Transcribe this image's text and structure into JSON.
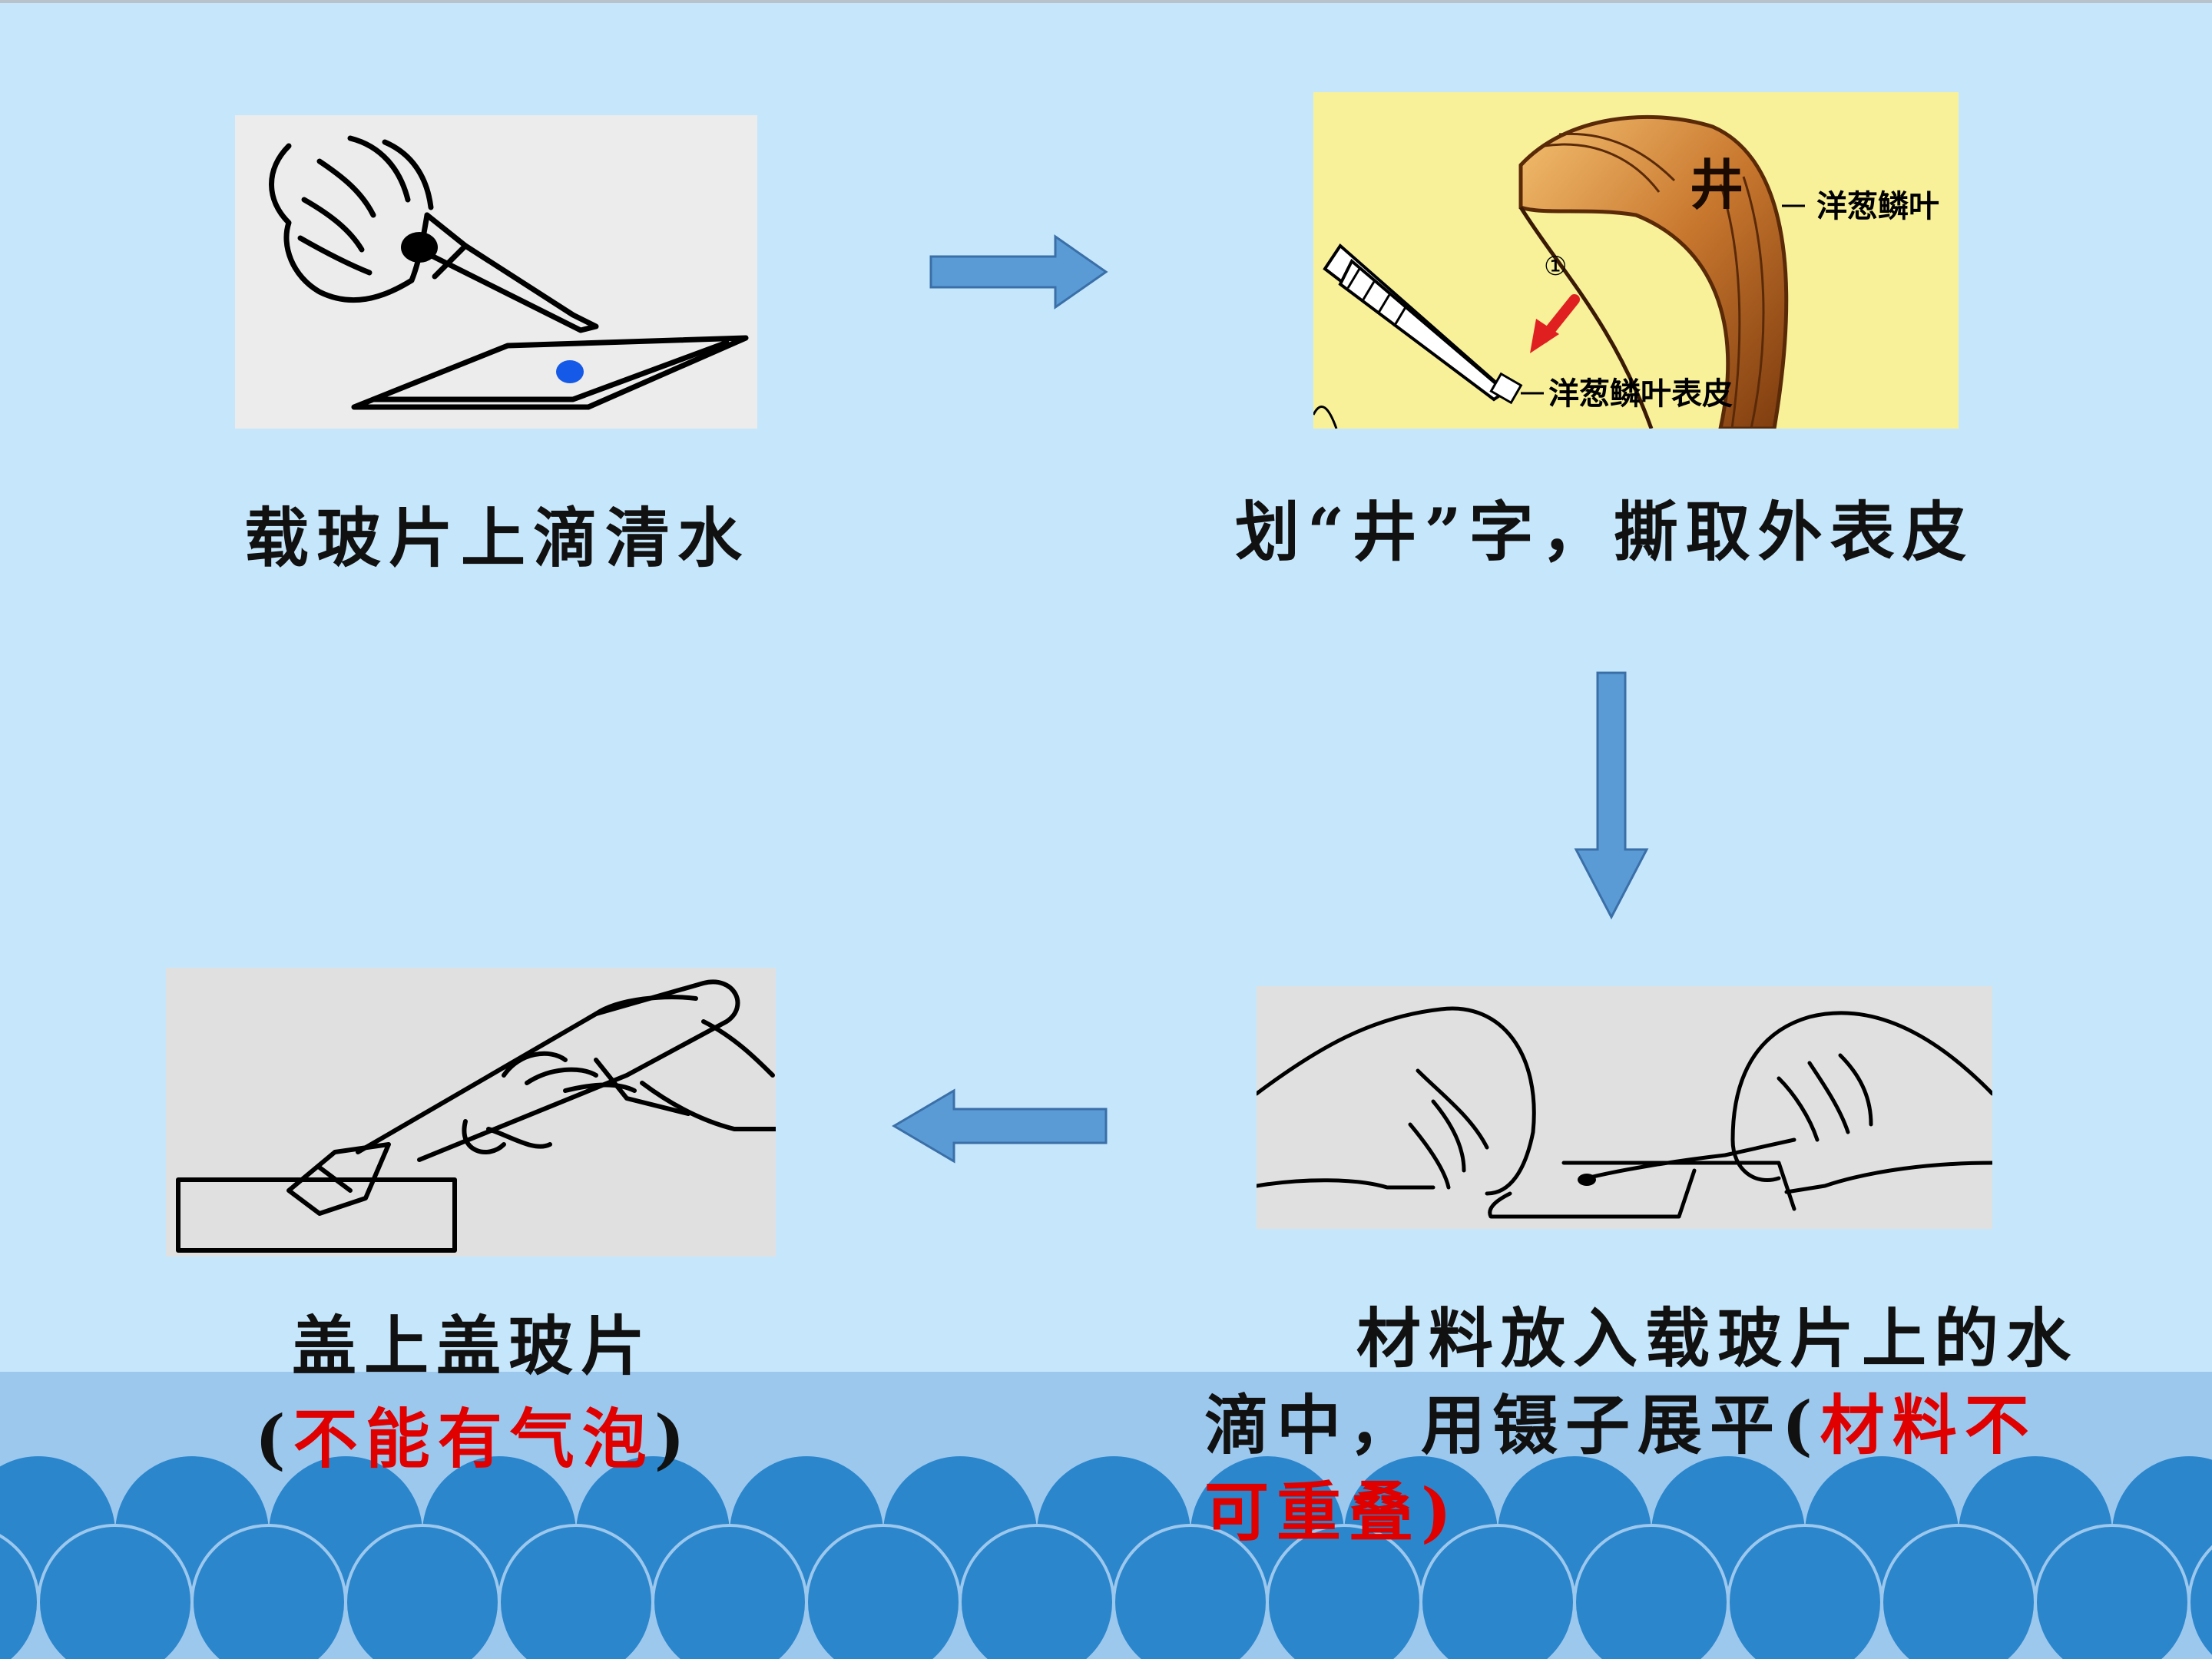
{
  "steps": [
    {
      "caption": "载玻片上滴清水"
    },
    {
      "caption": "划“井”字，撕取外表皮",
      "labels": {
        "glyph": "井",
        "scale_leaf": "洋葱鳞叶",
        "number": "①",
        "epidermis": "洋葱鳞叶表皮"
      }
    },
    {
      "caption_line1": "材料放入载玻片上的水",
      "caption_line2_black": "滴中，用镊子展平(",
      "caption_line2_red": "材料不",
      "caption_line3_red": "可重叠",
      "caption_line3_black": ")"
    },
    {
      "caption_line1": "盖上盖玻片",
      "caption_line2_open": "(",
      "caption_line2_red": "不能有气泡",
      "caption_line2_close": ")"
    }
  ],
  "colors": {
    "background": "#c6e7fb",
    "arrow_fill": "#5b9bd5",
    "arrow_stroke": "#3a6fa8",
    "wave_light": "#9cc8ee",
    "wave_dark": "#2b86cc",
    "warning_text": "#e00000"
  }
}
